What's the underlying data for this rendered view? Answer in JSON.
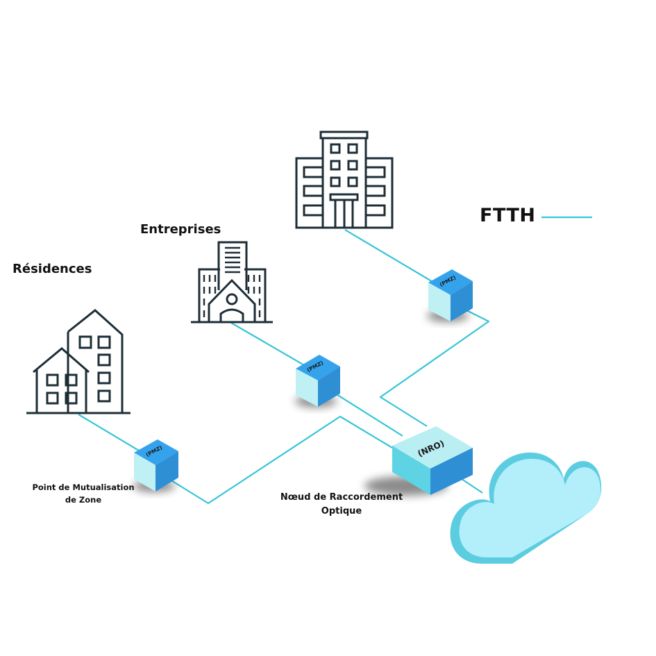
{
  "title": "FTTH",
  "colors": {
    "fiber": "#35c5d6",
    "icon_stroke": "#1d2d36",
    "cube_top": "#34a3ec",
    "cube_left": "#bff0f4",
    "cube_right": "#2f8fd4",
    "cloud": "#b3eefb",
    "cloud_shadow": "#5ccde0"
  },
  "nodes": {
    "residences": {
      "label": "Résidences",
      "icon": "houses-icon"
    },
    "entreprises": {
      "label": "Entreprises",
      "icon": "office-building-icon"
    },
    "tower": {
      "icon": "tower-building-icon"
    },
    "pmz_1": {
      "tag": "(PMZ)"
    },
    "pmz_2": {
      "tag": "(PMZ)"
    },
    "pmz_3": {
      "tag": "(PMZ)"
    },
    "nro": {
      "tag": "(NRO)"
    },
    "cloud": {
      "icon": "cloud-icon"
    }
  },
  "captions": {
    "pmz_line1": "Point de Mutualisation",
    "pmz_line2": "de Zone",
    "nro_line1": "Nœud de Raccordement",
    "nro_line2": "Optique"
  }
}
